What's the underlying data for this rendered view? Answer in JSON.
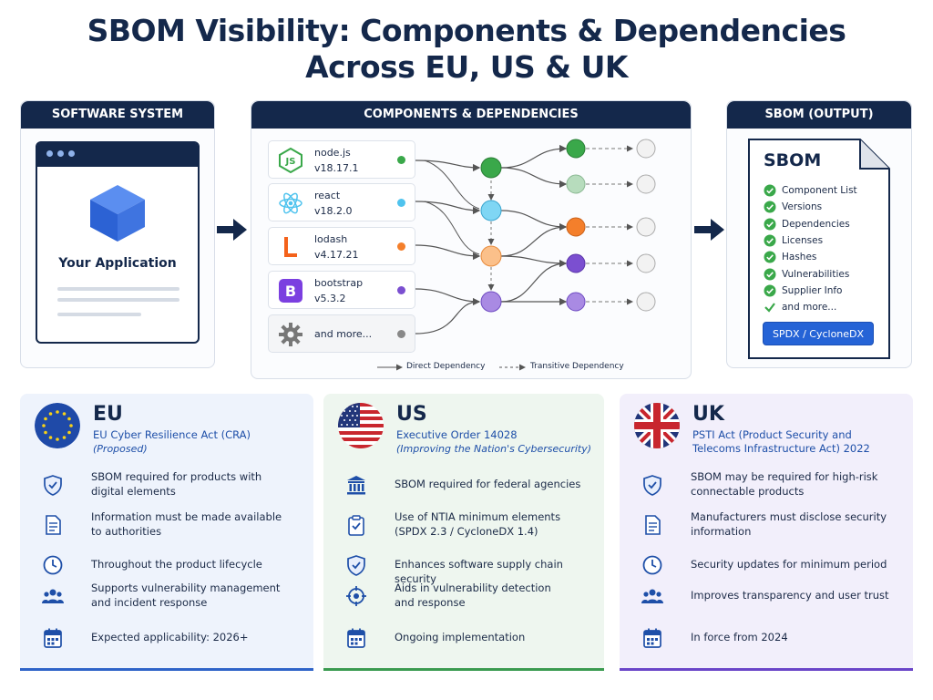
{
  "title_line1": "SBOM Visibility: Components & Dependencies",
  "title_line2": "Across EU, US & UK",
  "software_system": {
    "header": "SOFTWARE SYSTEM",
    "app_label": "Your Application"
  },
  "components": {
    "header": "COMPONENTS & DEPENDENCIES",
    "items": [
      {
        "name": "node.js",
        "version": "v18.17.1",
        "color": "#3aa84a",
        "icon": "nodejs-icon"
      },
      {
        "name": "react",
        "version": "v18.2.0",
        "color": "#4fc3ee",
        "icon": "react-icon"
      },
      {
        "name": "lodash",
        "version": "v4.17.21",
        "color": "#f47f2b",
        "icon": "lodash-icon"
      },
      {
        "name": "bootstrap",
        "version": "v5.3.2",
        "color": "#7b4fd0",
        "icon": "bootstrap-icon"
      },
      {
        "name": "and more...",
        "version": "",
        "color": "#888888",
        "icon": "gear-icon"
      }
    ],
    "legend_direct": "Direct Dependency",
    "legend_transitive": "Transitive Dependency"
  },
  "sbom_output": {
    "header": "SBOM (OUTPUT)",
    "doc_title": "SBOM",
    "items": [
      "Component List",
      "Versions",
      "Dependencies",
      "Licenses",
      "Hashes",
      "Vulnerabilities",
      "Supplier Info",
      "and more..."
    ],
    "format_button": "SPDX / CycloneDX"
  },
  "regions": {
    "eu": {
      "code": "EU",
      "law": "EU Cyber Resilience Act (CRA)",
      "sub": "(Proposed)",
      "items": [
        {
          "icon": "shield-check-icon",
          "lines": [
            "SBOM required for products with",
            "digital elements"
          ]
        },
        {
          "icon": "document-icon",
          "lines": [
            "Information must be made available",
            "to authorities"
          ]
        },
        {
          "icon": "clock-icon",
          "lines": [
            "Throughout the product lifecycle"
          ]
        },
        {
          "icon": "users-icon",
          "lines": [
            "Supports vulnerability management",
            "and incident response"
          ]
        },
        {
          "icon": "calendar-icon",
          "lines": [
            "Expected applicability: 2026+"
          ]
        }
      ]
    },
    "us": {
      "code": "US",
      "law": "Executive Order 14028",
      "sub": "(Improving the Nation's Cybersecurity)",
      "items": [
        {
          "icon": "government-building-icon",
          "lines": [
            "SBOM required for federal agencies"
          ]
        },
        {
          "icon": "clipboard-check-icon",
          "lines": [
            "Use of NTIA minimum elements",
            "(SPDX 2.3 / CycloneDX 1.4)"
          ]
        },
        {
          "icon": "shield-check-icon",
          "lines": [
            "Enhances software supply chain security"
          ]
        },
        {
          "icon": "crosshair-icon",
          "lines": [
            "Aids in vulnerability detection",
            "and response"
          ]
        },
        {
          "icon": "calendar-icon",
          "lines": [
            "Ongoing implementation"
          ]
        }
      ]
    },
    "uk": {
      "code": "UK",
      "law_line1": "PSTI Act (Product Security and",
      "law_line2": "Telecoms Infrastructure Act) 2022",
      "items": [
        {
          "icon": "shield-check-icon",
          "lines": [
            "SBOM may be required for high-risk",
            "connectable products"
          ]
        },
        {
          "icon": "document-icon",
          "lines": [
            "Manufacturers must disclose security",
            "information"
          ]
        },
        {
          "icon": "clock-icon",
          "lines": [
            "Security updates for minimum period"
          ]
        },
        {
          "icon": "users-icon",
          "lines": [
            "Improves transparency and user trust"
          ]
        },
        {
          "icon": "calendar-icon",
          "lines": [
            "In force from 2024"
          ]
        }
      ]
    }
  },
  "colors": {
    "navy": "#14284b",
    "green": "#3aa84a",
    "blue": "#2563d6",
    "eu_accent": "#2e63c8",
    "us_accent": "#3a9a4f",
    "uk_accent": "#6a45c8"
  }
}
